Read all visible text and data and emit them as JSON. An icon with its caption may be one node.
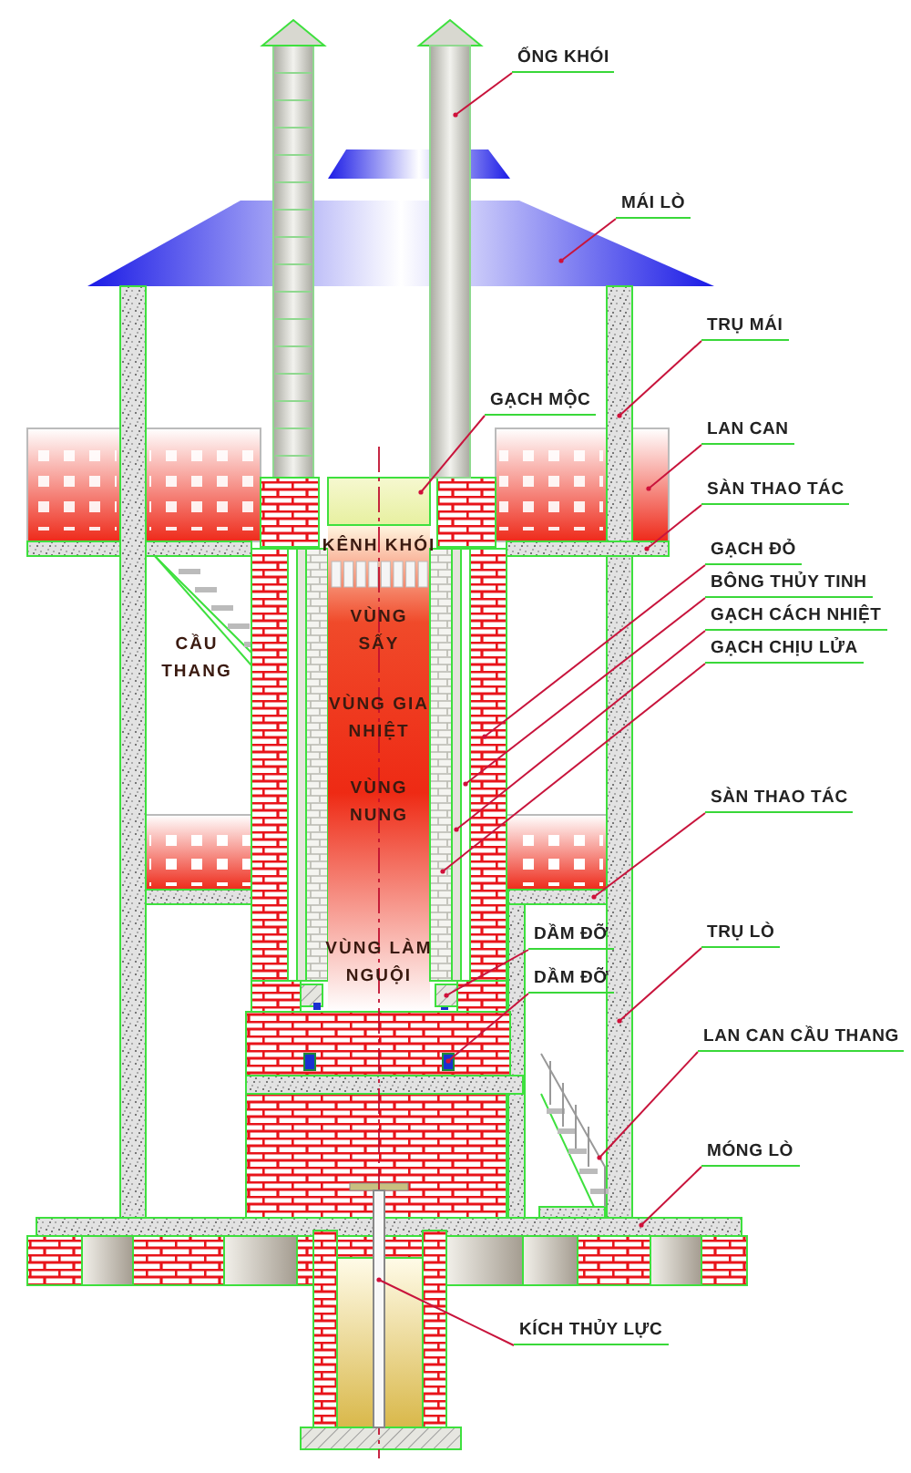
{
  "diagram": {
    "nodes": [
      {
        "text": [
          "ỐNG KHÓI"
        ]
      },
      {
        "text": [
          "MÁI LÒ"
        ]
      },
      {
        "text": [
          "TRỤ MÁI"
        ]
      },
      {
        "text": [
          "GẠCH MỘC"
        ]
      },
      {
        "text": [
          "LAN CAN"
        ]
      },
      {
        "text": [
          "SÀN THAO TÁC"
        ]
      },
      {
        "text": [
          "GẠCH ĐỎ"
        ]
      },
      {
        "text": [
          "BÔNG THỦY TINH"
        ]
      },
      {
        "text": [
          "GẠCH CÁCH NHIỆT"
        ]
      },
      {
        "text": [
          "GẠCH CHỊU LỬA"
        ]
      },
      {
        "text": [
          "SÀN THAO TÁC"
        ]
      },
      {
        "text": [
          "DẦM ĐỠ"
        ]
      },
      {
        "text": [
          "TRỤ LÒ"
        ]
      },
      {
        "text": [
          "DẦM ĐỠ"
        ]
      },
      {
        "text": [
          "LAN CAN CẦU THANG"
        ]
      },
      {
        "text": [
          "MÓNG LÒ"
        ]
      },
      {
        "text": [
          "KÍCH THỦY LỰC"
        ]
      },
      {
        "text": [],
        "shape": "box"
      },
      {
        "text": [],
        "shape": "trapezoid"
      },
      {
        "text": [],
        "shape": "bar"
      },
      {
        "text": [],
        "shape": "box"
      },
      {
        "text": [],
        "shape": "box"
      },
      {
        "text": [],
        "shape": "bar"
      },
      {
        "text": [],
        "shape": "box"
      },
      {
        "text": [],
        "shape": "bar"
      },
      {
        "text": [],
        "shape": "bar"
      },
      {
        "text": [],
        "shape": "bar"
      },
      {
        "text": [],
        "shape": "bar"
      },
      {
        "text": [],
        "shape": "box"
      },
      {
        "text": [],
        "shape": "bar"
      },
      {
        "text": [],
        "shape": "box"
      },
      {
        "text": [],
        "shape": "picture"
      },
      {
        "text": [],
        "shape": "bar"
      },
      {
        "text": [],
        "shape": "bar"
      }
    ],
    "edges": [
      {
        "from": 0,
        "to": 17,
        "arrow": "other"
      },
      {
        "from": 1,
        "to": 18,
        "arrow": "other"
      },
      {
        "from": 2,
        "to": 19,
        "arrow": "other"
      },
      {
        "from": 3,
        "to": 20,
        "arrow": "other"
      },
      {
        "from": 4,
        "to": 21,
        "arrow": "other"
      },
      {
        "from": 5,
        "to": 22,
        "arrow": "other"
      },
      {
        "from": 6,
        "to": 23,
        "arrow": "other"
      },
      {
        "from": 7,
        "to": 24,
        "arrow": "other"
      },
      {
        "from": 8,
        "to": 25,
        "arrow": "other"
      },
      {
        "from": 9,
        "to": 26,
        "arrow": "other"
      },
      {
        "from": 10,
        "to": 27,
        "arrow": "other"
      },
      {
        "from": 11,
        "to": 28,
        "arrow": "other"
      },
      {
        "from": 12,
        "to": 29,
        "arrow": "other"
      },
      {
        "from": 13,
        "to": 30,
        "arrow": "other"
      },
      {
        "from": 14,
        "to": 31,
        "arrow": "other"
      },
      {
        "from": 15,
        "to": 32,
        "arrow": "other"
      },
      {
        "from": 16,
        "to": 33,
        "arrow": "other"
      }
    ],
    "labels": [
      "KÊNH KHÓI",
      "VÙNG SẤY",
      "CẦU THANG",
      "VÙNG GIA NHIỆT",
      "VÙNG NUNG",
      "VÙNG LÀM NGUỘI"
    ]
  }
}
